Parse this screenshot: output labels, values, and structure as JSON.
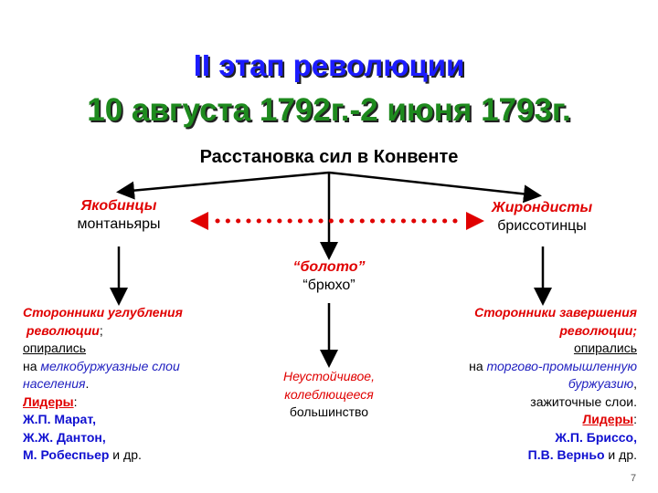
{
  "title": {
    "line1": "II этап революции",
    "line2": "10 августа 1792г.-2 июня 1793г."
  },
  "subtitle": "Расстановка сил в Конвенте",
  "left": {
    "name": "Якобинцы",
    "alias": "монтаньяры",
    "goal1": "Сторонники углубления",
    "goal2": "революции",
    "goal_punct": ";",
    "relied": "опирались",
    "on": "на",
    "base1": "мелкобуржуазные слои",
    "base2": "населения",
    "base_punct": ".",
    "leaders_label": "Лидеры",
    "colon": ":",
    "leaders": [
      "Ж.П. Марат,",
      "Ж.Ж. Дантон,",
      "М. Робеспьер"
    ],
    "etc": " и др."
  },
  "center": {
    "name": "“болото”",
    "alias": "“брюхо”",
    "desc1": "Неустойчивое,",
    "desc2": "колеблющееся",
    "desc3": "большинство"
  },
  "right": {
    "name": "Жирондисты",
    "alias": "бриссотинцы",
    "goal1": "Сторонники завершения",
    "goal2": "революции;",
    "relied": "опирались",
    "on": "на ",
    "base1": "торгово-промышленную",
    "base2": "буржуазию",
    "base_punct": ",",
    "extra": "зажиточные  слои.",
    "leaders_label": "Лидеры",
    "colon": ":",
    "leaders": [
      "Ж.П. Бриссо,",
      "П.В. Верньо"
    ],
    "etc": " и др."
  },
  "page_number": "7",
  "colors": {
    "title": "#1c1cff",
    "dates": "#1e8a1e",
    "accent": "#e00000",
    "blue": "#2020c0"
  }
}
